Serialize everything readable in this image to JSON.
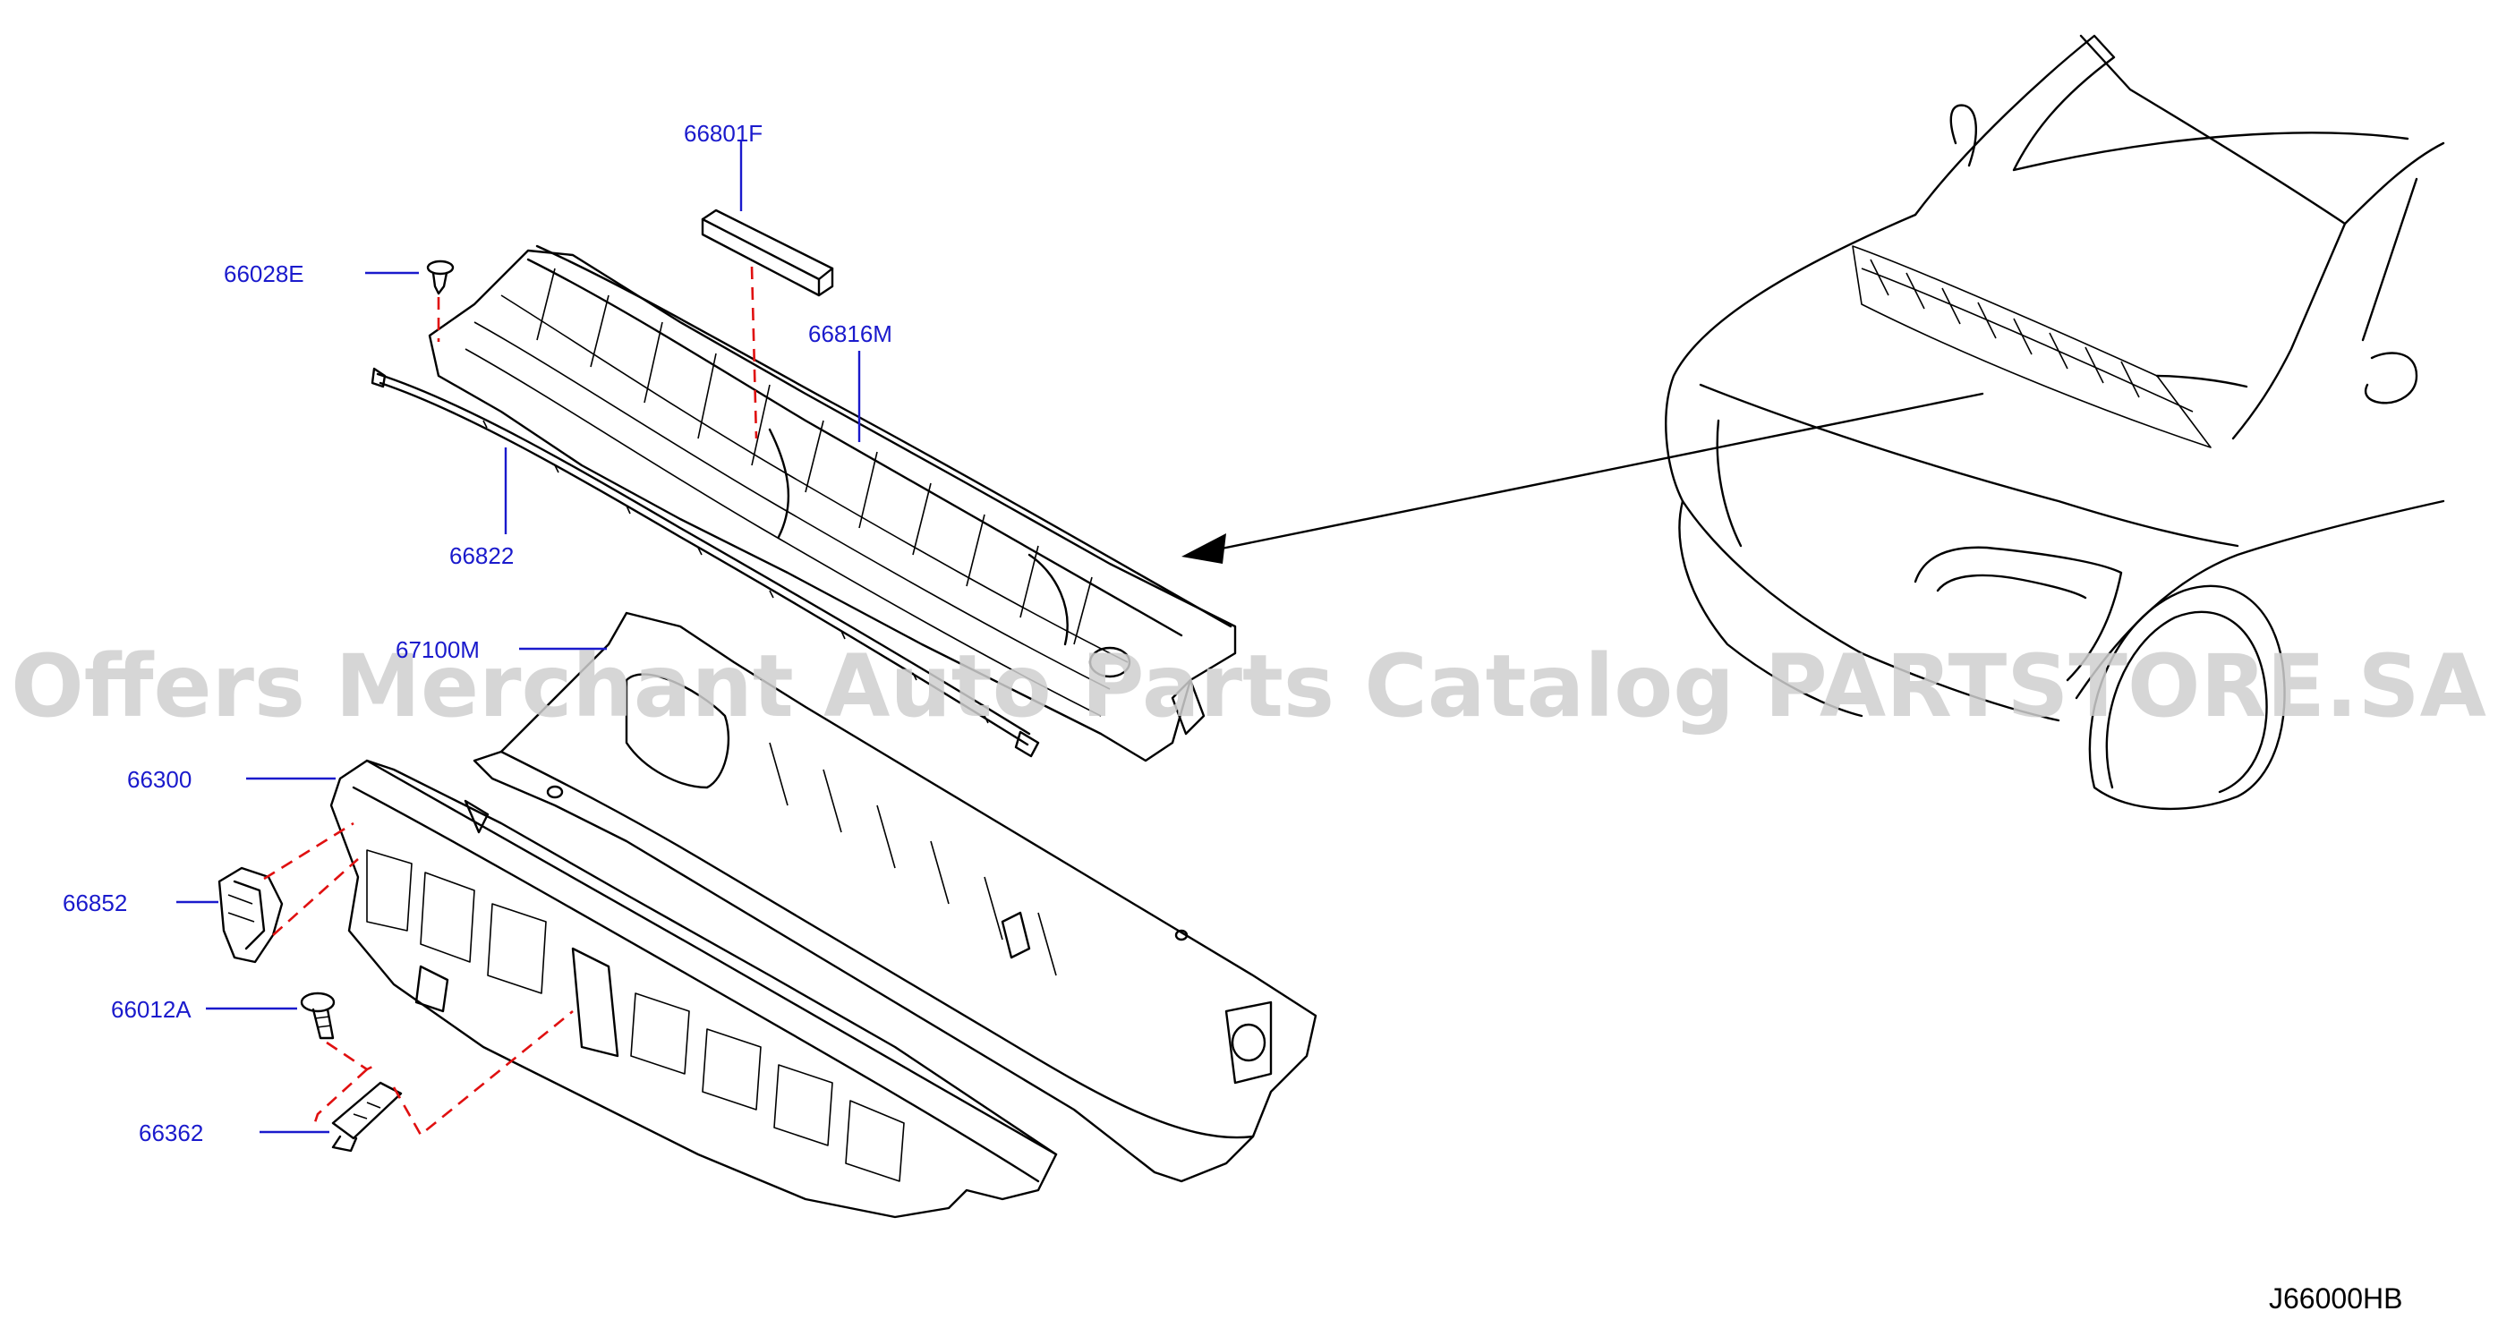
{
  "callouts": {
    "p66801F": "66801F",
    "p66028E": "66028E",
    "p66816M": "66816M",
    "p66822": "66822",
    "p67100M": "67100M",
    "p66300": "66300",
    "p66852": "66852",
    "p66012A": "66012A",
    "p66362": "66362"
  },
  "diagram_code": "J66000HB",
  "watermark": "Offers Merchant Auto Parts Catalog PARTSTORE.SA",
  "colors": {
    "callout_text": "#1a1acc",
    "leader_line": "#1a1acc",
    "dashed_guide": "#e01010",
    "line_art": "#000000",
    "watermark": "#cfcfcf"
  }
}
